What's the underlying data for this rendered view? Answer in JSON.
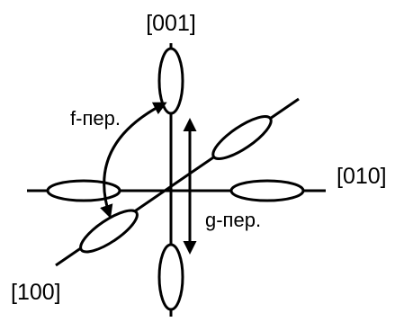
{
  "axes": {
    "vertical_label": "[001]",
    "horizontal_label": "[010]",
    "diagonal_label": "[100]"
  },
  "transitions": {
    "f_label": "f-пер.",
    "g_label": "g-пер."
  },
  "colors": {
    "stroke": "#000000",
    "fill": "#ffffff",
    "background": "#ffffff"
  }
}
